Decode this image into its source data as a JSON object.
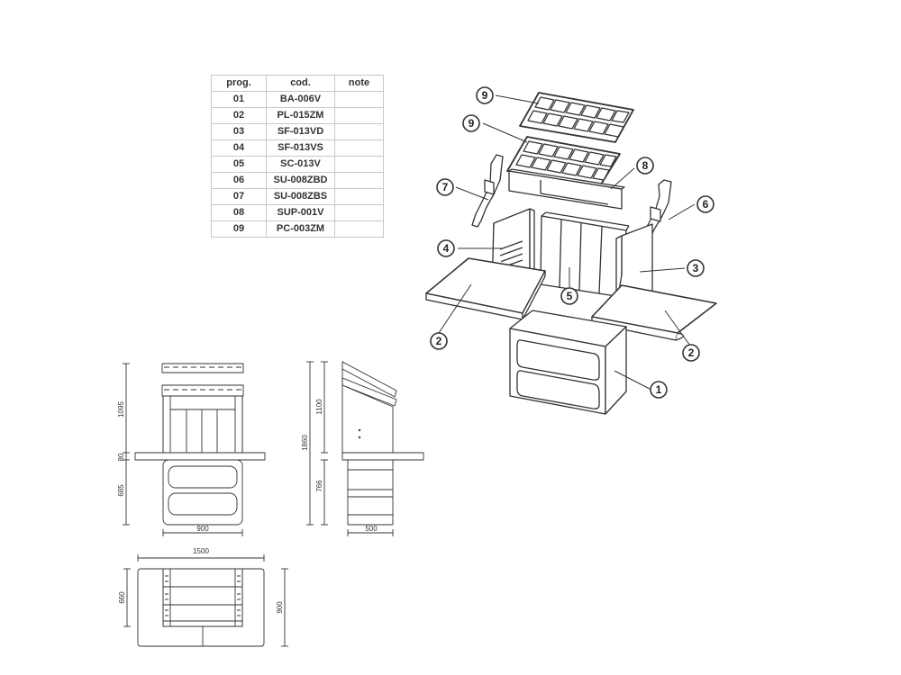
{
  "table": {
    "headers": [
      "prog.",
      "cod.",
      "note"
    ],
    "rows": [
      [
        "01",
        "BA-006V",
        ""
      ],
      [
        "02",
        "PL-015ZM",
        ""
      ],
      [
        "03",
        "SF-013VD",
        ""
      ],
      [
        "04",
        "SF-013VS",
        ""
      ],
      [
        "05",
        "SC-013V",
        ""
      ],
      [
        "06",
        "SU-008ZBD",
        ""
      ],
      [
        "07",
        "SU-008ZBS",
        ""
      ],
      [
        "08",
        "SUP-001V",
        ""
      ],
      [
        "09",
        "PC-003ZM",
        ""
      ]
    ]
  },
  "callouts": [
    "9",
    "9",
    "8",
    "7",
    "6",
    "4",
    "3",
    "5",
    "2",
    "2",
    "1"
  ],
  "dimensions": {
    "front_upper": "1095",
    "front_mid": "80",
    "front_lower": "685",
    "front_width": "900",
    "side_upper": "1100",
    "side_total": "1860",
    "side_lower": "766",
    "side_width": "500",
    "top_width": "1500",
    "top_depth_inner": "660",
    "top_depth": "900"
  }
}
